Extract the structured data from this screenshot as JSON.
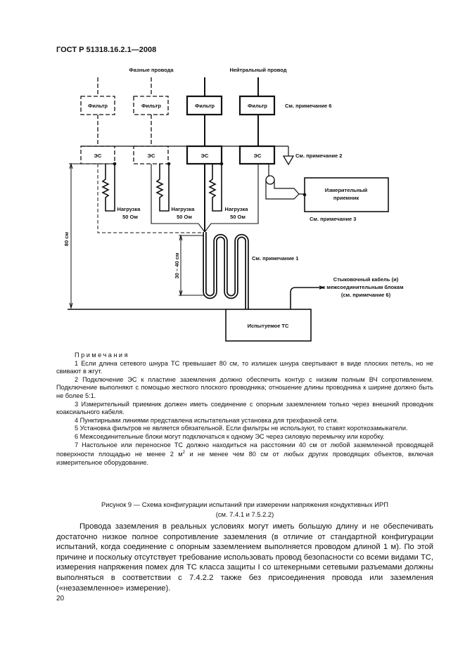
{
  "header": {
    "doc_id": "ГОСТ Р 51318.16.2.1—2008"
  },
  "diagram": {
    "phase_wires": "Фазные провода",
    "neutral_wire": "Нейтральный провод",
    "filter": "Фильтр",
    "es": "ЭС",
    "note6_ref": "См. примечание 6",
    "note2_ref": "См. примечание 2",
    "note3_ref": "См. примечание 3",
    "note1_ref": "См. примечание 1",
    "load_line1": "Нагрузка",
    "load_line2": "50 Ом",
    "receiver_line1": "Измерительный",
    "receiver_line2": "приемник",
    "dim_80": "80 см",
    "dim_30_40": "30 – 40 см",
    "eut": "Испытуемое ТС",
    "cable_line1": "Стыковочный кабель (и)",
    "cable_line2": "к межсоединительным блокам",
    "cable_line3": "(см. примечание 6)"
  },
  "notes": {
    "title": "Примечания",
    "items": [
      "1 Если длина сетевого шнура ТС превышает 80 см, то излишек шнура свертывают в виде плоских петель, но не свивают в жгут.",
      "2 Подключение ЭС к пластине заземления должно обеспечить контур с низким полным ВЧ сопротивлением. Подключение выполняют с помощью жесткого плоского проводника; отношение длины проводника к ширине должно быть не более 5:1.",
      "3 Измерительный приемник должен иметь соединение с опорным заземлением только через внешний проводник коаксиального кабеля.",
      "4 Пунктирными линиями представлена испытательная установка для трехфазной сети.",
      "5 Установка фильтров не является обязательной. Если фильтры не используют, то ставят короткозамыкатели.",
      "6 Межсоединительные блоки могут подключаться к одному ЭС через силовую перемычку или коробку."
    ],
    "item7_a": "7 Настольное или переносное ТС должно находиться на расстоянии 40 см от любой заземленной проводящей поверхности площадью не менее 2 м",
    "item7_sup": "2",
    "item7_b": " и не менее чем 80 см от любых других проводящих объектов, включая измерительное оборудование."
  },
  "caption": {
    "line1": "Рисунок 9 — Схема конфигурации испытаний при измерении напряжения кондуктивных ИРП",
    "line2": "(см. 7.4.1 и 7.5.2.2)"
  },
  "body_text": "Провода заземления в реальных условиях могут иметь большую длину и не обеспечивать достаточно низкое полное сопротивление заземления (в отличие от стандартной конфигурации испытаний, когда соединение с опорным заземлением выполняется проводом длиной 1 м). По этой причине и поскольку отсутствует требование использовать провод безопасности со всеми видами ТС, измерения напряжения помех для ТС класса защиты I со штекерными сетевыми разъемами должны выполняться в соответствии с 7.4.2.2 также без присоединения провода или заземления («незаземленное» измерение).",
  "page_number": "20"
}
